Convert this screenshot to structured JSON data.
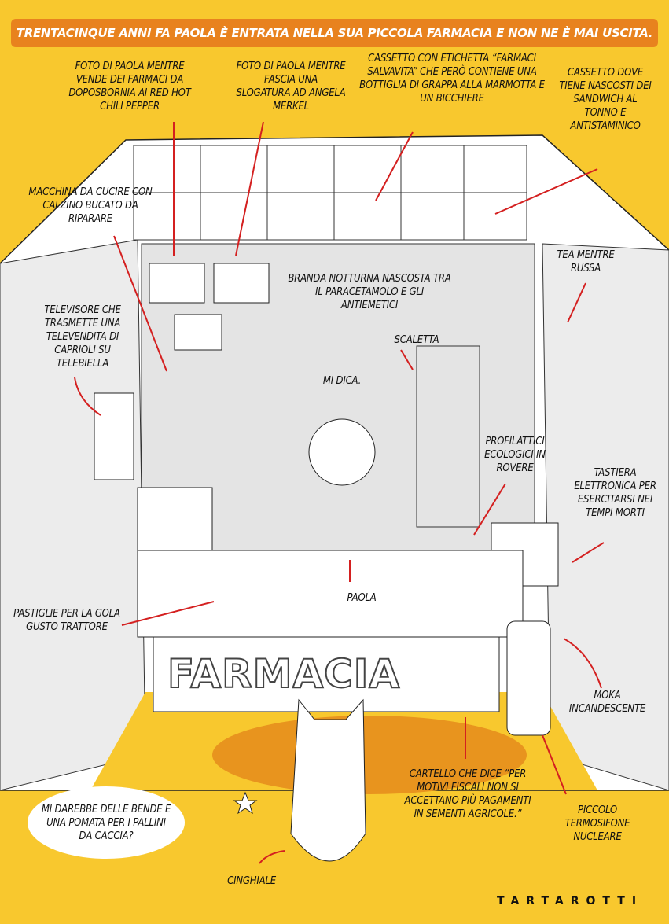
{
  "title": "TRENTACINQUE ANNI FA PAOLA È ENTRATA NELLA SUA PICCOLA FARMACIA E NON NE È MAI USCITA.",
  "labels": {
    "foto_chili": "FOTO DI PAOLA MENTRE VENDE DEI FARMACI DA DOPOSBORNIA AI RED HOT CHILI PEPPER",
    "foto_merkel": "FOTO DI PAOLA MENTRE FASCIA UNA SLOGATURA AD ANGELA MERKEL",
    "cassetto_salvavita": "CASSETTO CON ETICHETTA “FARMACI SALVAVITA” CHE PERÒ CONTIENE UNA BOTTIGLIA DI GRAPPA ALLA MARMOTTA E UN BICCHIERE",
    "cassetto_sandwich": "CASSETTO DOVE TIENE NASCOSTI DEI SANDWICH AL TONNO E ANTISTAMINICO",
    "macchina": "MACCHINA DA CUCIRE CON CALZINO BUCATO DA RIPARARE",
    "branda": "BRANDA NOTTURNA NASCOSTA TRA IL PARACETAMOLO E GLI ANTIEMETICI",
    "tea": "TEA MENTRE RUSSA",
    "televisore": "TELEVISORE CHE TRASMETTE UNA TELEVENDITA DI CAPRIOLI SU TELEBIELLA",
    "scaletta": "SCALETTA",
    "mi_dica": "MI DICA.",
    "profilattici": "PROFILATTICI ECOLOGICI IN ROVERE",
    "tastiera": "TASTIERA ELETTRONICA PER ESERCITARSI NEI TEMPI MORTI",
    "paola": "PAOLA",
    "pastiglie": "PASTIGLIE PER LA GOLA GUSTO TRATTORE",
    "moka": "MOKA INCANDESCENTE",
    "cartello": "CARTELLO CHE DICE “PER MOTIVI FISCALI NON SI ACCETTANO PIÙ PAGAMENTI IN SEMENTI AGRICOLE.”",
    "termosifone": "PICCOLO TERMOSIFONE NUCLEARE",
    "cinghiale": "CINGHIALE",
    "speech": "MI DAREBBE DELLE BENDE E UNA POMATA PER I PALLINI DA CACCIA?"
  },
  "counter_sign": "FARMACIA",
  "signature": "TARTAROTTI",
  "colors": {
    "yellow": "#f8c82e",
    "orange": "#e8821e",
    "arrow": "#d42020"
  }
}
